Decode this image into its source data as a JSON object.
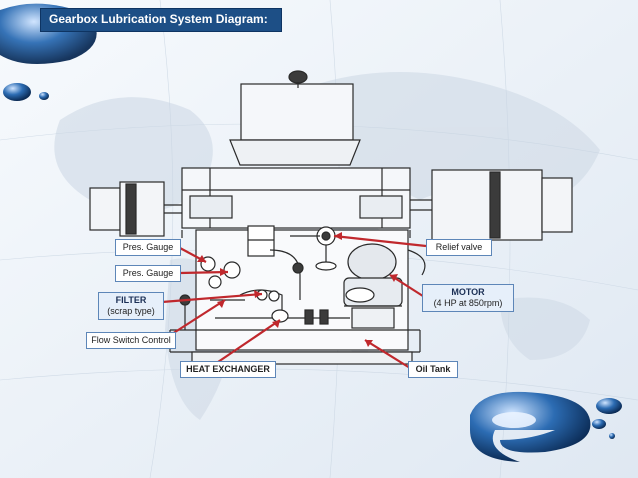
{
  "title": "Gearbox Lubrication System Diagram:",
  "labels": {
    "pres_gauge_1": "Pres. Gauge",
    "pres_gauge_2": "Pres. Gauge",
    "filter_title": "FILTER",
    "filter_sub": "(scrap type)",
    "flow_switch": "Flow Switch Control",
    "heat_exchanger": "HEAT EXCHANGER",
    "relief_valve": "Relief valve",
    "motor_title": "MOTOR",
    "motor_sub": "(4 HP at 850rpm)",
    "oil_tank": "Oil Tank"
  },
  "colors": {
    "title_bg": "#1d4f86",
    "arrow": "#c0282d",
    "drawing": "#2a2a2a",
    "background": "#eef3f8"
  },
  "icons": {
    "logo": "blue-e-logo-icon",
    "drops": "blue-droplet-icon"
  }
}
